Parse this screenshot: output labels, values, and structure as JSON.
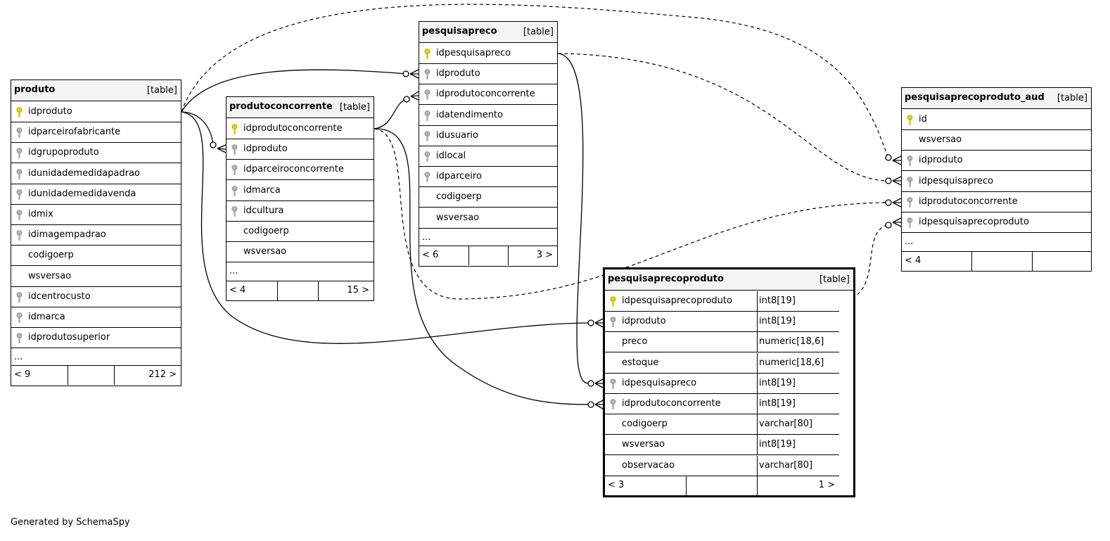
{
  "generated_by": "Generated by SchemaSpy",
  "tables": {
    "produto": {
      "name": "produto",
      "type": "[table]",
      "columns": [
        {
          "name": "idproduto",
          "key": "pk"
        },
        {
          "name": "idparceirofabricante",
          "key": "fk"
        },
        {
          "name": "idgrupoproduto",
          "key": "fk"
        },
        {
          "name": "idunidademedidapadrao",
          "key": "fk"
        },
        {
          "name": "idunidademedidavenda",
          "key": "fk"
        },
        {
          "name": "idmix",
          "key": "fk"
        },
        {
          "name": "idimagempadrao",
          "key": "fk"
        },
        {
          "name": "codigoerp",
          "key": ""
        },
        {
          "name": "wsversao",
          "key": ""
        },
        {
          "name": "idcentrocusto",
          "key": "fk"
        },
        {
          "name": "idmarca",
          "key": "fk"
        },
        {
          "name": "idprodutosuperior",
          "key": "fk"
        }
      ],
      "more": "...",
      "footer": {
        "left": "< 9",
        "right": "212 >"
      }
    },
    "produtoconcorrente": {
      "name": "produtoconcorrente",
      "type": "[table]",
      "columns": [
        {
          "name": "idprodutoconcorrente",
          "key": "pk"
        },
        {
          "name": "idproduto",
          "key": "fk"
        },
        {
          "name": "idparceiroconcorrente",
          "key": "fk"
        },
        {
          "name": "idmarca",
          "key": "fk"
        },
        {
          "name": "idcultura",
          "key": "fk"
        },
        {
          "name": "codigoerp",
          "key": ""
        },
        {
          "name": "wsversao",
          "key": ""
        }
      ],
      "more": "...",
      "footer": {
        "left": "< 4",
        "right": "15 >"
      }
    },
    "pesquisapreco": {
      "name": "pesquisapreco",
      "type": "[table]",
      "columns": [
        {
          "name": "idpesquisapreco",
          "key": "pk"
        },
        {
          "name": "idproduto",
          "key": "fk"
        },
        {
          "name": "idprodutoconcorrente",
          "key": "fk"
        },
        {
          "name": "idatendimento",
          "key": "fk"
        },
        {
          "name": "idusuario",
          "key": "fk"
        },
        {
          "name": "idlocal",
          "key": "fk"
        },
        {
          "name": "idparceiro",
          "key": "fk"
        },
        {
          "name": "codigoerp",
          "key": ""
        },
        {
          "name": "wsversao",
          "key": ""
        }
      ],
      "more": "...",
      "footer": {
        "left": "< 6",
        "right": "3 >"
      }
    },
    "pesquisaprecoproduto_aud": {
      "name": "pesquisaprecoproduto_aud",
      "type": "[table]",
      "columns": [
        {
          "name": "id",
          "key": "pk"
        },
        {
          "name": "wsversao",
          "key": ""
        },
        {
          "name": "idproduto",
          "key": "fk"
        },
        {
          "name": "idpesquisapreco",
          "key": "fk"
        },
        {
          "name": "idprodutoconcorrente",
          "key": "fk"
        },
        {
          "name": "idpesquisaprecoproduto",
          "key": "fk"
        }
      ],
      "more": "...",
      "footer": {
        "left": "< 4",
        "right": ""
      }
    },
    "pesquisaprecoproduto": {
      "name": "pesquisaprecoproduto",
      "type": "[table]",
      "columns": [
        {
          "name": "idpesquisaprecoproduto",
          "key": "pk",
          "dtype": "int8[19]"
        },
        {
          "name": "idproduto",
          "key": "fk",
          "dtype": "int8[19]"
        },
        {
          "name": "preco",
          "key": "",
          "dtype": "numeric[18,6]"
        },
        {
          "name": "estoque",
          "key": "",
          "dtype": "numeric[18,6]"
        },
        {
          "name": "idpesquisapreco",
          "key": "fk",
          "dtype": "int8[19]"
        },
        {
          "name": "idprodutoconcorrente",
          "key": "fk",
          "dtype": "int8[19]"
        },
        {
          "name": "codigoerp",
          "key": "",
          "dtype": "varchar[80]"
        },
        {
          "name": "wsversao",
          "key": "",
          "dtype": "int8[19]"
        },
        {
          "name": "observacao",
          "key": "",
          "dtype": "varchar[80]"
        }
      ],
      "footer": {
        "left": "< 3",
        "right": "1 >"
      }
    }
  },
  "colors": {
    "primary_key": "#e8d400",
    "foreign_key": "#b4b4b4",
    "header_bg": "#f4f4f4"
  }
}
